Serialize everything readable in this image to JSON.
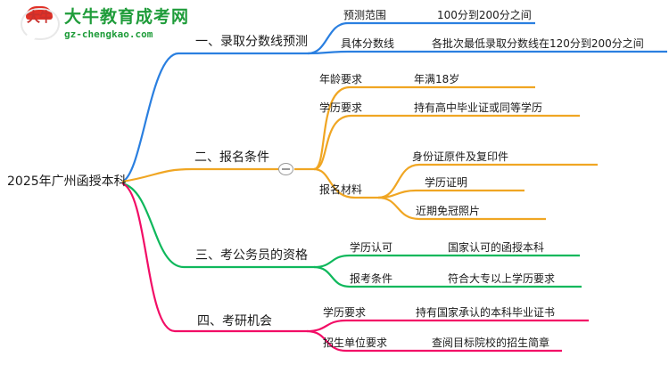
{
  "logo": {
    "mark_text": "大牛",
    "name_cn": "大牛教育成考网",
    "domain": "gz-chengkao.com",
    "brand_green": "#1f9c3a",
    "brand_red": "#e03127"
  },
  "mindmap": {
    "root": {
      "label": "2025年广州函授本科"
    },
    "toggle": {
      "state": "expanded",
      "glyph": "−"
    },
    "colors": {
      "branch1": "#2a7fe0",
      "branch2": "#f0a623",
      "branch3": "#0fb85c",
      "branch4": "#f20d66"
    },
    "branches": [
      {
        "index": "1",
        "label": "一、录取分数线预测",
        "color": "#2a7fe0",
        "children": [
          {
            "label": "预测范围",
            "value": "100分到200分之间"
          },
          {
            "label": "具体分数线",
            "value": "各批次最低录取分数线在120分到200分之间"
          }
        ]
      },
      {
        "index": "2",
        "label": "二、报名条件",
        "color": "#f0a623",
        "children": [
          {
            "label": "年龄要求",
            "value": "年满18岁"
          },
          {
            "label": "学历要求",
            "value": "持有高中毕业证或同等学历"
          },
          {
            "label": "报名材料",
            "value": "",
            "grandchildren": [
              {
                "label": "身份证原件及复印件"
              },
              {
                "label": "学历证明"
              },
              {
                "label": "近期免冠照片"
              }
            ]
          }
        ]
      },
      {
        "index": "3",
        "label": "三、考公务员的资格",
        "color": "#0fb85c",
        "children": [
          {
            "label": "学历认可",
            "value": "国家认可的函授本科"
          },
          {
            "label": "报考条件",
            "value": "符合大专以上学历要求"
          }
        ]
      },
      {
        "index": "4",
        "label": "四、考研机会",
        "color": "#f20d66",
        "children": [
          {
            "label": "学历要求",
            "value": "持有国家承认的本科毕业证书"
          },
          {
            "label": "招生单位要求",
            "value": "查阅目标院校的招生简章"
          }
        ]
      }
    ]
  }
}
